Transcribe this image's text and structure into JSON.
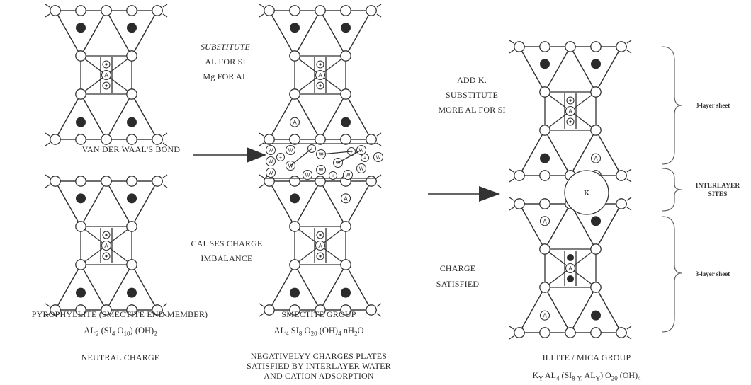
{
  "substitute_note": {
    "line1": "SUBSTITUTE",
    "line2": "AL FOR SI",
    "line3": "Mg FOR AL"
  },
  "add_k_note": {
    "line1": "ADD K.",
    "line2": "SUBSTITUTE",
    "line3": "MORE AL FOR SI"
  },
  "causes_note": {
    "line1": "CAUSES CHARGE",
    "line2": "IMBALANCE"
  },
  "charge_note": {
    "line1": "CHARGE",
    "line2": "SATISFIED"
  },
  "vdw_label": "VAN DER WAAL'S BOND",
  "pyrophyllite": {
    "title": "PYROPHYLLITE (SMECTITE END MEMBER)",
    "formula": {
      "a": "AL",
      "a_sub": "2",
      "b": " (SI",
      "b_sub": "4",
      "c": " O",
      "c_sub": "10",
      "d": ") (OH)",
      "d_sub": "2"
    },
    "charge": "NEUTRAL CHARGE"
  },
  "smectite": {
    "title": "SMECTITE GROUP",
    "formula": {
      "a": "AL",
      "a_sub": "4",
      "b": " SI",
      "b_sub": "8",
      "c": " O",
      "c_sub": "20",
      "d": " (OH)",
      "d_sub": "4",
      "e": " nH",
      "e_sub": "2",
      "f": "O"
    },
    "note1": "NEGATIVELYY CHARGES PLATES",
    "note2": "SATISFIED BY INTERLAYER WATER",
    "note3": "AND CATION ADSORPTION"
  },
  "illite": {
    "title": "ILLITE / MICA GROUP",
    "formula": {
      "a": "K",
      "a_sub": "Y",
      "b": " AL",
      "b_sub": "4",
      "c": " (SI",
      "c_sub": "8-Y,",
      "d": " AL",
      "d_sub": "Y",
      "e": ") O",
      "e_sub": "20",
      "f": " (OH)",
      "f_sub": "4"
    }
  },
  "brackets": {
    "top": "3-layer sheet",
    "mid1": "INTERLAYER",
    "mid2": "SITES",
    "bottom": "3-layer sheet"
  },
  "atoms": {
    "al": "A",
    "water": "W",
    "cation": "+",
    "potassium": "K"
  }
}
